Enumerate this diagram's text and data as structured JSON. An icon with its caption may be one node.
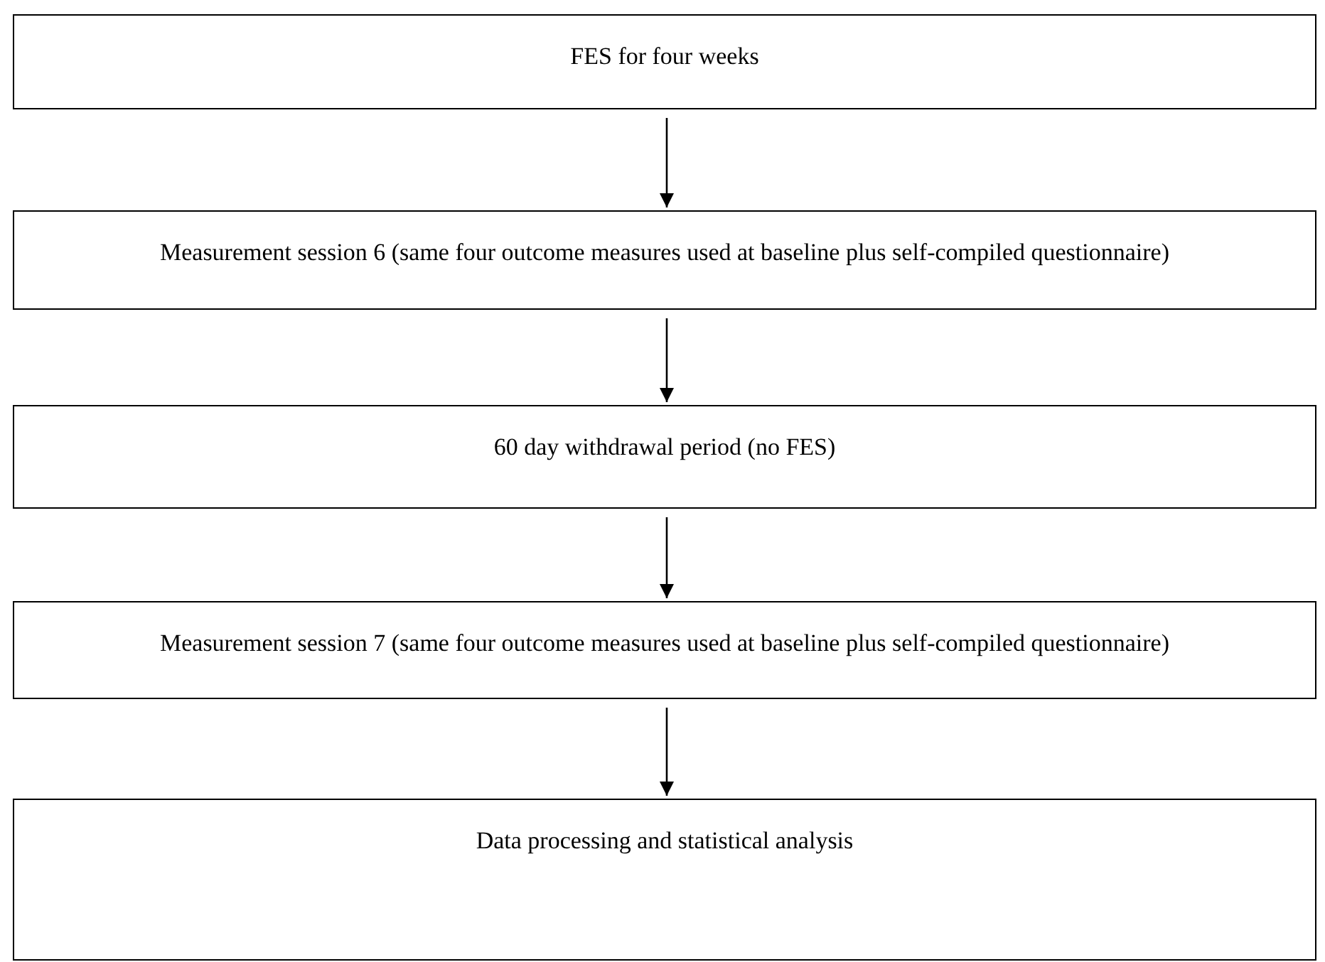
{
  "diagram": {
    "nodes": [
      {
        "text": [
          "FES for four weeks"
        ]
      },
      {
        "text": [
          "Measurement session 6 (same four outcome measures used at baseline plus self-compiled questionnaire)"
        ]
      },
      {
        "text": [
          "60 day withdrawal period (no FES)"
        ]
      },
      {
        "text": [
          "Measurement session 7 (same four outcome measures used at baseline plus self-compiled questionnaire)"
        ]
      },
      {
        "text": [
          "Data processing and statistical analysis"
        ]
      }
    ],
    "edges": [
      {
        "from": 0,
        "to": 1,
        "arrow": "to"
      },
      {
        "from": 1,
        "to": 2,
        "arrow": "to"
      },
      {
        "from": 2,
        "to": 3,
        "arrow": "to"
      },
      {
        "from": 3,
        "to": 4,
        "arrow": "to"
      }
    ]
  }
}
